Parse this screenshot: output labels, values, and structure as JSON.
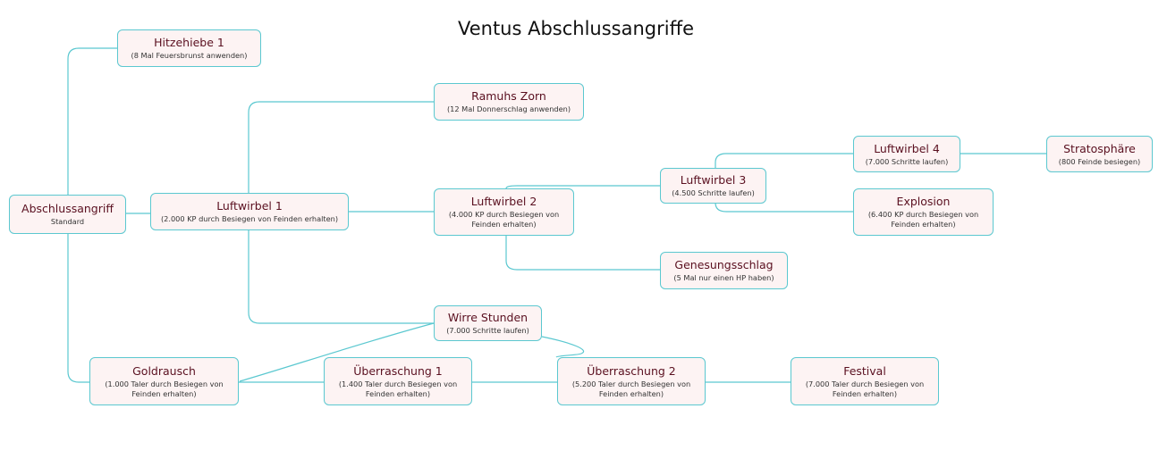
{
  "title": "Ventus Abschlussangriffe",
  "colors": {
    "line": "#5bc8d0",
    "node_fill": "#fdf3f3",
    "node_title": "#5a1020"
  },
  "nodes": {
    "abschlussangriff": {
      "title": "Abschlussangriff",
      "sub": "Standard"
    },
    "hitzehiebe_1": {
      "title": "Hitzehiebe 1",
      "sub": "(8 Mal Feuersbrunst anwenden)"
    },
    "luftwirbel_1": {
      "title": "Luftwirbel 1",
      "sub": "(2.000 KP durch Besiegen von Feinden erhalten)"
    },
    "ramuhs_zorn": {
      "title": "Ramuhs Zorn",
      "sub": "(12 Mal Donnerschlag anwenden)"
    },
    "luftwirbel_2": {
      "title": "Luftwirbel 2",
      "sub": "(4.000 KP durch Besiegen von Feinden erhalten)"
    },
    "luftwirbel_3": {
      "title": "Luftwirbel 3",
      "sub": "(4.500 Schritte laufen)"
    },
    "luftwirbel_4": {
      "title": "Luftwirbel 4",
      "sub": "(7.000 Schritte laufen)"
    },
    "stratosphaere": {
      "title": "Stratosphäre",
      "sub": "(800 Feinde besiegen)"
    },
    "explosion": {
      "title": "Explosion",
      "sub": "(6.400 KP durch Besiegen von Feinden erhalten)"
    },
    "genesungsschlag": {
      "title": "Genesungsschlag",
      "sub": "(5 Mal nur einen HP haben)"
    },
    "wirre_stunden": {
      "title": "Wirre Stunden",
      "sub": "(7.000 Schritte laufen)"
    },
    "goldrausch": {
      "title": "Goldrausch",
      "sub": "(1.000 Taler durch Besiegen von Feinden erhalten)"
    },
    "ueberraschung_1": {
      "title": "Überraschung 1",
      "sub": "(1.400 Taler durch Besiegen von Feinden erhalten)"
    },
    "ueberraschung_2": {
      "title": "Überraschung 2",
      "sub": "(5.200 Taler durch Besiegen von Feinden erhalten)"
    },
    "festival": {
      "title": "Festival",
      "sub": "(7.000 Taler durch Besiegen von Feinden erhalten)"
    }
  }
}
